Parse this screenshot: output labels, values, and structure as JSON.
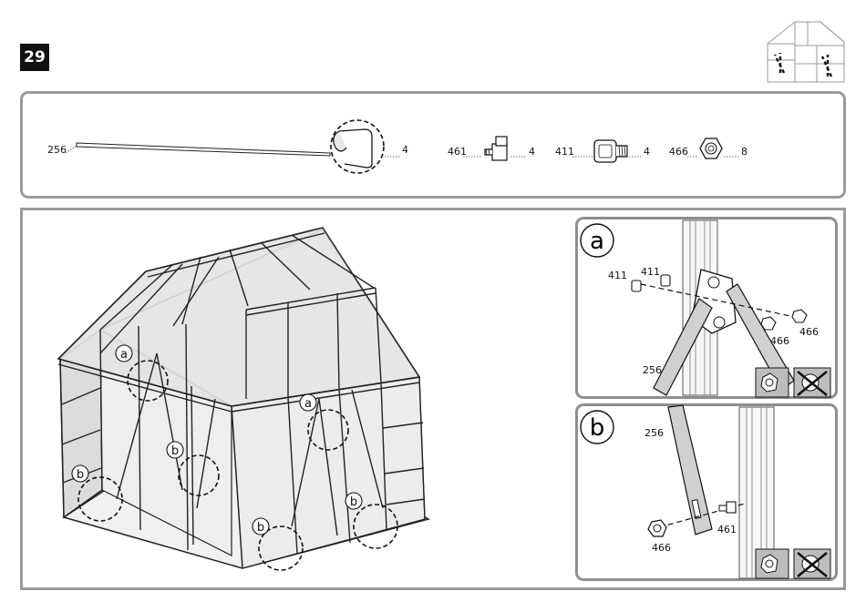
{
  "step": "29",
  "parts": [
    {
      "number": "256",
      "qty": "4"
    },
    {
      "number": "461",
      "qty": "4"
    },
    {
      "number": "411",
      "qty": "4"
    },
    {
      "number": "466",
      "qty": "8"
    }
  ],
  "callout_letters": [
    "a",
    "a",
    "b",
    "b",
    "b",
    "b"
  ],
  "detail_a": {
    "letter": "a",
    "labels": [
      "411",
      "411",
      "466",
      "466",
      "256"
    ]
  },
  "detail_b": {
    "letter": "b",
    "labels": [
      "256",
      "461",
      "466"
    ]
  },
  "colors": {
    "border": "#9a9a9a",
    "badge": "#111111",
    "panel_fill": "#e2e2e2"
  },
  "icons": [
    "greenhouse-thumbnail-icon",
    "correct-bolt-icon",
    "incorrect-bolt-icon"
  ]
}
